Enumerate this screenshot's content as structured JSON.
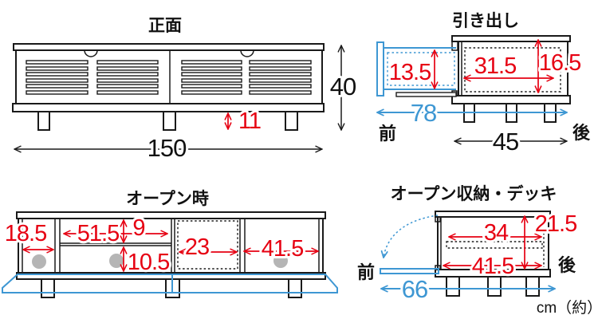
{
  "colors": {
    "line_black": "#1a1a1a",
    "dimension_red": "#e60012",
    "dimension_blue": "#3e97d3",
    "hole_gray": "#b5b5b5"
  },
  "labels": {
    "front_side": "前",
    "back_side": "後",
    "unit_note": "cm（約）"
  },
  "views": {
    "front": {
      "title": "正面",
      "total_width": "150",
      "total_height": "40",
      "leg_height": "11"
    },
    "drawer": {
      "title": "引き出し",
      "inner_height_front": "13.5",
      "inner_width": "31.5",
      "inner_height_back": "16.5",
      "pulled_out_depth": "78",
      "body_depth": "45"
    },
    "open": {
      "title": "オープン時",
      "left_width": "18.5",
      "shelf_width": "51.5",
      "upper_height": "9",
      "lower_height": "10.5",
      "center_width": "23",
      "right_width": "41.5"
    },
    "storage": {
      "title": "オープン収納・デッキ",
      "inner_depth": "34",
      "inner_height": "21.5",
      "bottom_depth": "41.5",
      "open_depth": "66"
    }
  }
}
